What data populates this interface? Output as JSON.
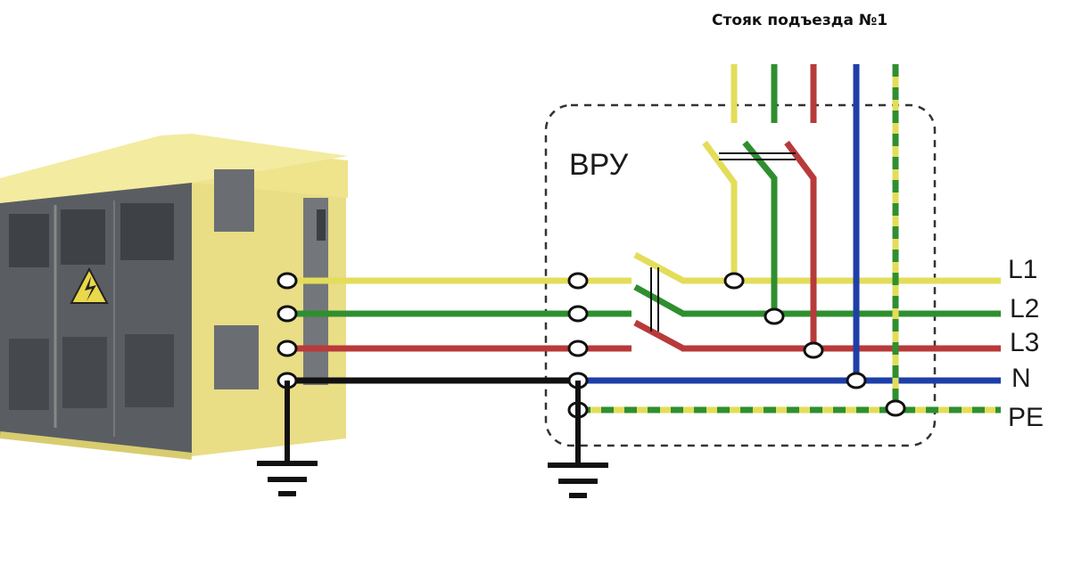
{
  "title": "Стояк подъезда №1",
  "panel_label": "ВРУ",
  "conductors": [
    {
      "id": "L1",
      "label": "L1",
      "color": "#e3dd5a"
    },
    {
      "id": "L2",
      "label": "L2",
      "color": "#2f8f2f"
    },
    {
      "id": "L3",
      "label": "L3",
      "color": "#b83a3a"
    },
    {
      "id": "N",
      "label": "N",
      "color": "#1e3fa8"
    },
    {
      "id": "PE",
      "label": "PE",
      "color": "#2f8f2f",
      "stripe": "#e3dd5a"
    }
  ],
  "colors": {
    "pen": "#111111",
    "housing": "#55595d",
    "housing_trim": "#f0e48a",
    "ground": "#111111"
  },
  "icons": [
    "transformer-substation-icon",
    "high-voltage-warning-icon",
    "ground-symbol-icon"
  ]
}
